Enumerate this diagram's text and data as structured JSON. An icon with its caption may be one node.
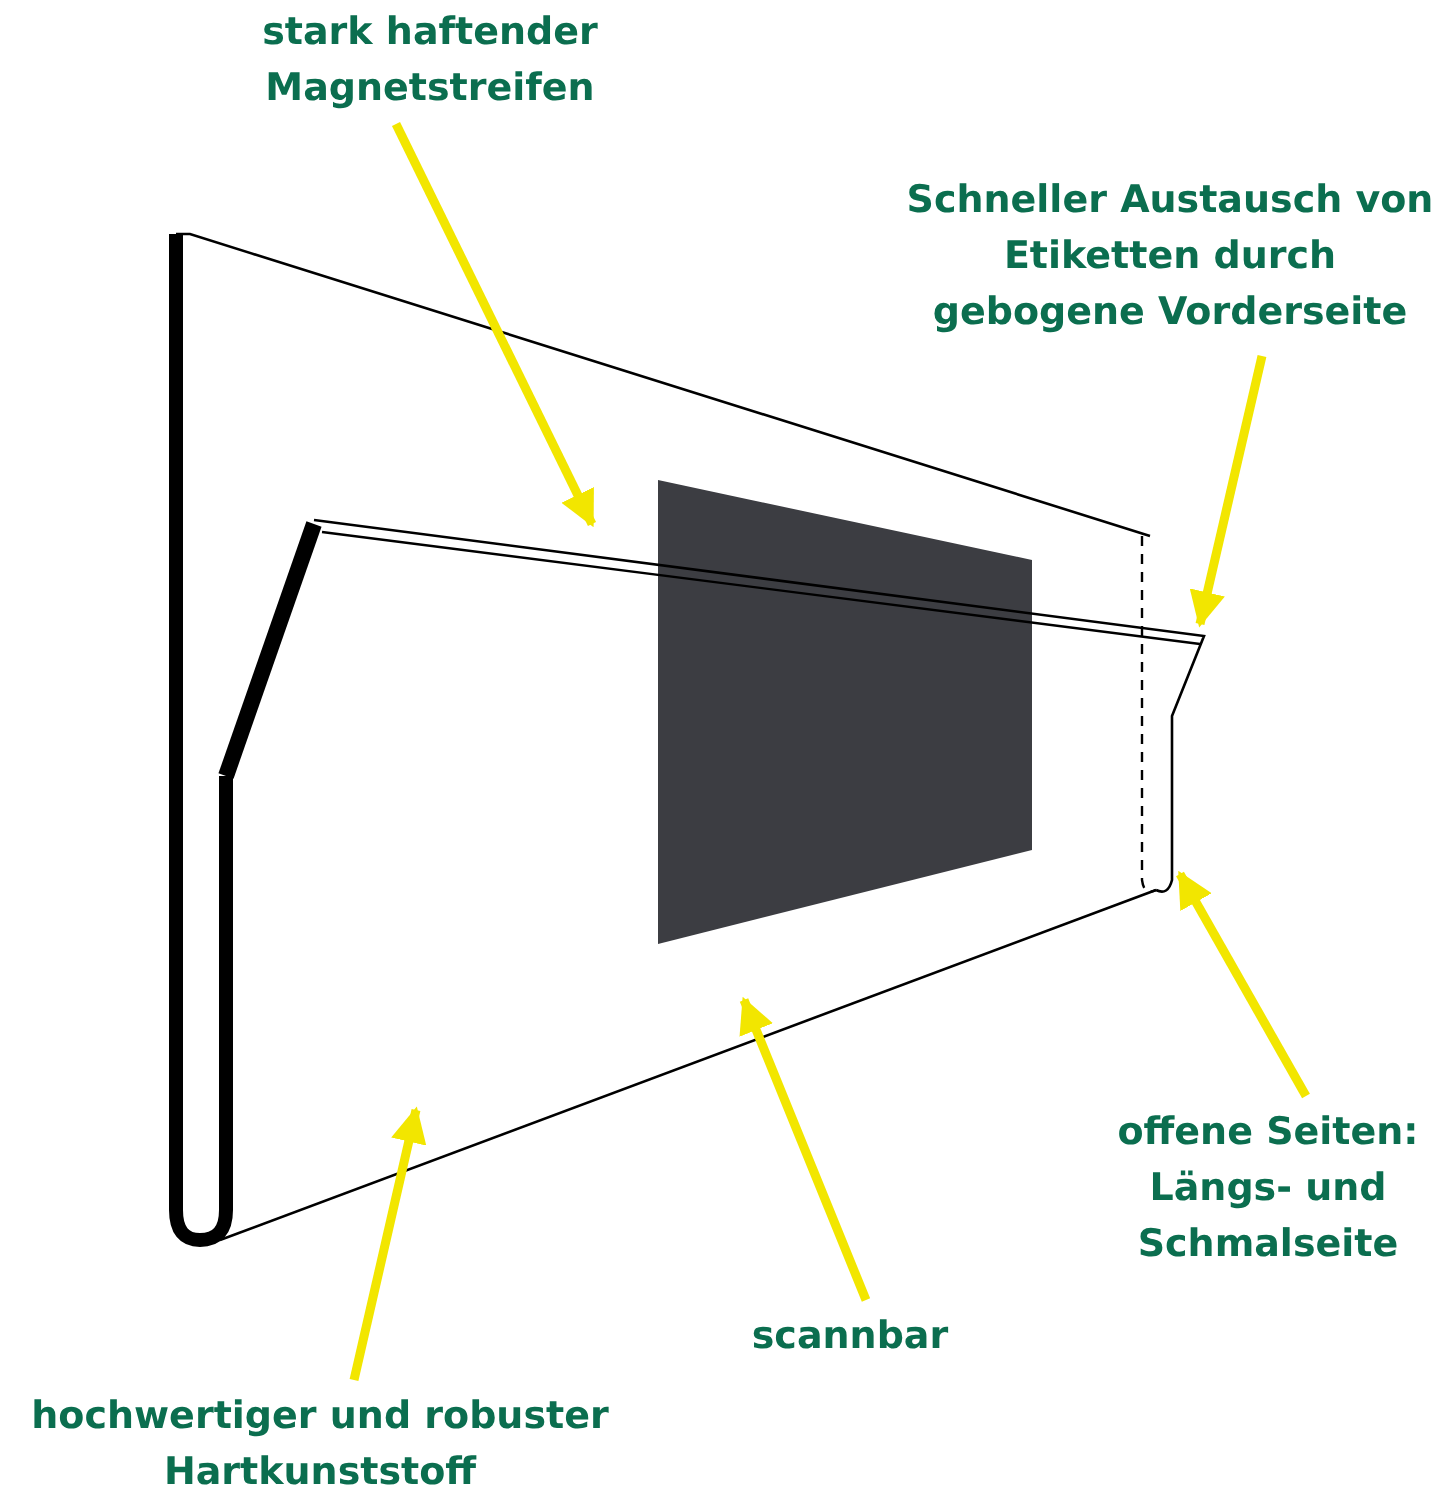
{
  "diagram": {
    "nodes": [
      {
        "text": [
          "stark haftender Magnetstreifen"
        ]
      },
      {
        "text": [
          "Schneller Austausch von Etiketten durch gebogene Vorderseite"
        ]
      },
      {
        "text": [
          "offene Seiten: Längs- und Schmalseite"
        ]
      },
      {
        "text": [
          "scannbar"
        ]
      },
      {
        "text": [
          "hochwertiger und robuster Hartkunststoff"
        ]
      }
    ],
    "edges": [
      {
        "from": 0,
        "to": null,
        "arrow": "to"
      },
      {
        "from": 1,
        "to": null,
        "arrow": "to"
      },
      {
        "from": 2,
        "to": null,
        "arrow": "to"
      },
      {
        "from": 3,
        "to": null,
        "arrow": "to"
      },
      {
        "from": 4,
        "to": null,
        "arrow": "to"
      }
    ]
  }
}
